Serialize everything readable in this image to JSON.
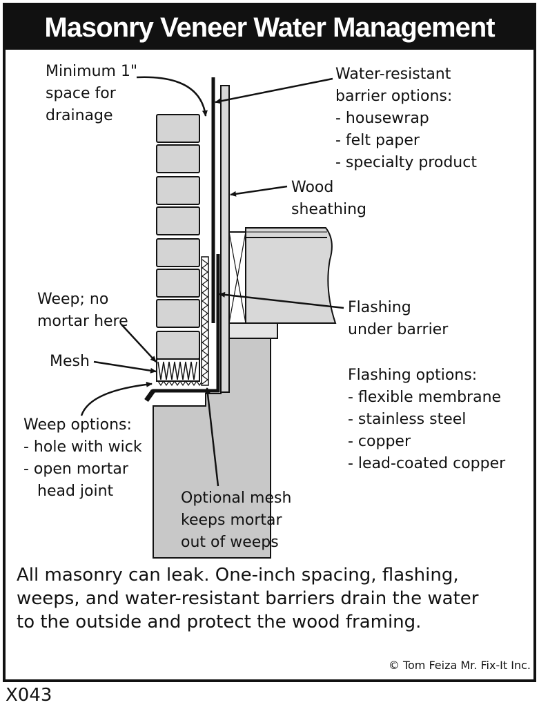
{
  "title": "Masonry Veneer Water Management",
  "labels": {
    "min_space": [
      "Minimum 1\"",
      "space for",
      "drainage"
    ],
    "barrier": [
      "Water-resistant",
      "barrier options:",
      "- housewrap",
      "- felt paper",
      "- specialty product"
    ],
    "sheathing": [
      "Wood",
      "sheathing"
    ],
    "weep": [
      "Weep; no",
      "mortar here"
    ],
    "mesh": "Mesh",
    "flashing_under": [
      "Flashing",
      "under barrier"
    ],
    "flashing_options": [
      "Flashing options:",
      "- flexible membrane",
      "- stainless steel",
      "- copper",
      "- lead-coated copper"
    ],
    "weep_options": [
      "Weep options:",
      "- hole with wick",
      "- open mortar",
      "head joint"
    ],
    "optional_mesh": [
      "Optional mesh",
      "keeps mortar",
      "out of weeps"
    ]
  },
  "summary": [
    "All masonry can leak. One-inch spacing, flashing,",
    "weeps, and water-resistant barriers drain the water",
    "to the outside and protect the wood framing."
  ],
  "copyright": "© Tom Feiza Mr. Fix-It Inc.",
  "code": "X043"
}
